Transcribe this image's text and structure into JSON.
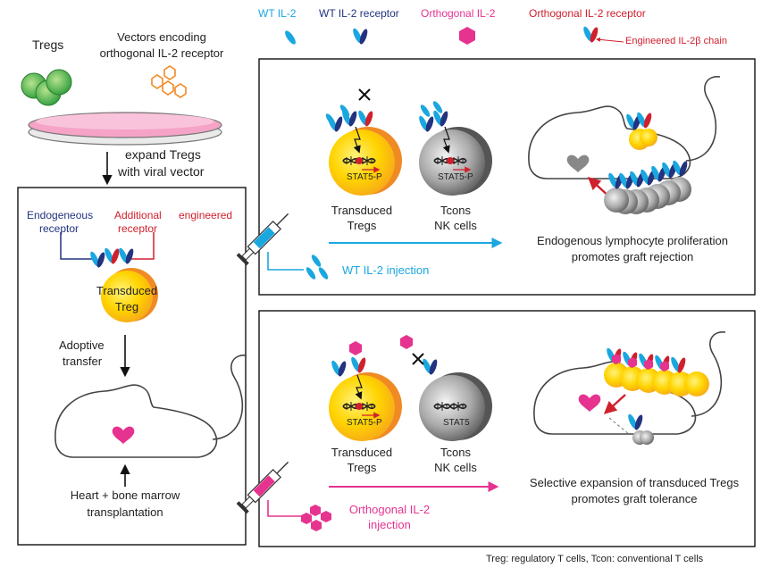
{
  "legend": {
    "wt_il2": "WT IL-2",
    "wt_receptor": "WT IL-2 receptor",
    "ortho_il2": "Orthogonal IL-2",
    "ortho_receptor": "Orthogonal IL-2 receptor",
    "engineered_chain": "Engineered IL-2β chain"
  },
  "left": {
    "tregs": "Tregs",
    "vectors_line1": "Vectors encoding",
    "vectors_line2": "orthogonal IL-2 receptor",
    "expand_line1": "expand Tregs",
    "expand_line2": "with viral vector",
    "endogenous_line1": "Endogeneous",
    "endogenous_line2": "receptor",
    "additional_line1": "Additional",
    "additional_line2": "receptor",
    "engineered": "engineered",
    "treg_cell_line1": "Transduced",
    "treg_cell_line2": "Treg",
    "adoptive_line1": "Adoptive",
    "adoptive_line2": "transfer",
    "transplant_line1": "Heart + bone marrow",
    "transplant_line2": "transplantation"
  },
  "top_panel": {
    "stat_treg": "STAT5-P",
    "stat_tcon": "STAT5-P",
    "label_treg_line1": "Transduced",
    "label_treg_line2": "Tregs",
    "label_tcon_line1": "Tcons",
    "label_tcon_line2": "NK cells",
    "outcome_line1": "Endogenous lymphocyte proliferation",
    "outcome_line2": "promotes graft rejection",
    "injection": "WT IL-2 injection"
  },
  "bottom_panel": {
    "stat_treg": "STAT5-P",
    "stat_tcon": "STAT5",
    "label_treg_line1": "Transduced",
    "label_treg_line2": "Tregs",
    "label_tcon_line1": "Tcons",
    "label_tcon_line2": "NK cells",
    "outcome_line1": "Selective expansion of transduced Tregs",
    "outcome_line2": "promotes graft tolerance",
    "injection_line1": "Orthogonal IL-2",
    "injection_line2": "injection"
  },
  "footnote": "Treg: regulatory T cells, Tcon: conventional T cells",
  "colors": {
    "cyan": "#1aa7e0",
    "navy": "#23337f",
    "pink": "#e6338f",
    "red": "#d0202d",
    "yellow": "#ffd400",
    "orange": "#f08a24",
    "green": "#3ab54a",
    "grey": "#8a8a8a"
  }
}
